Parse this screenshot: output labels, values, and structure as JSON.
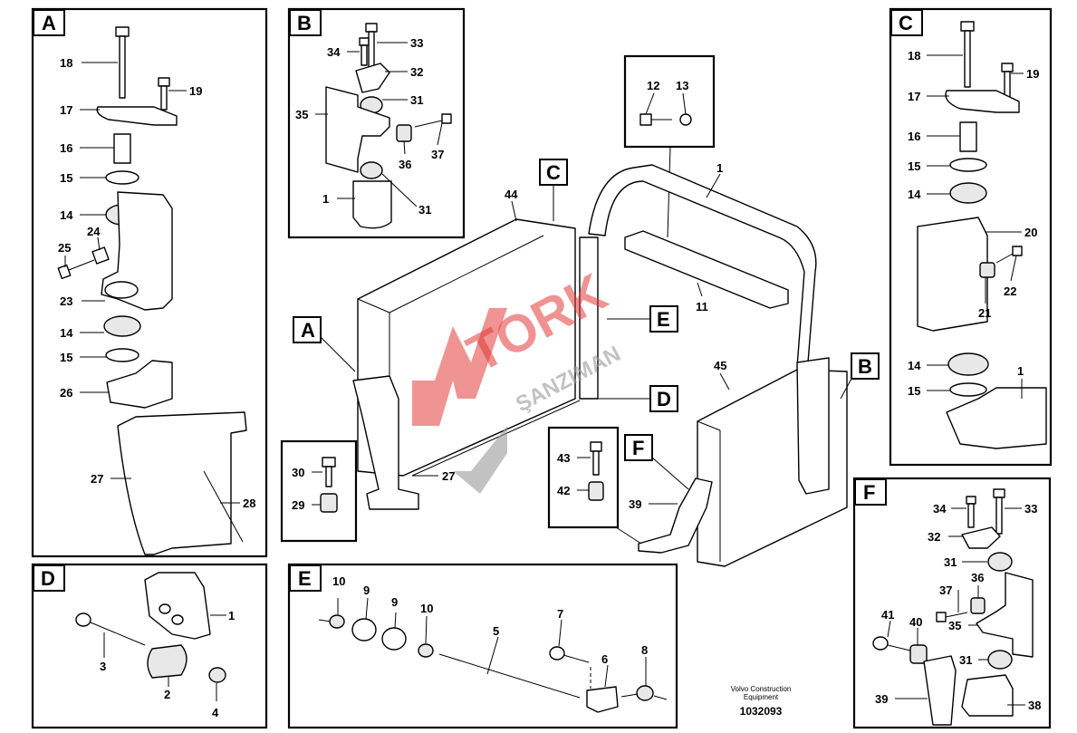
{
  "diagram": {
    "panels": {
      "A": {
        "tag": "A",
        "labels": {
          "l18": "18",
          "l19": "19",
          "l17": "17",
          "l16": "16",
          "l15a": "15",
          "l14a": "14",
          "l24": "24",
          "l25": "25",
          "l23": "23",
          "l14b": "14",
          "l15b": "15",
          "l26": "26",
          "l27": "27",
          "l28": "28"
        }
      },
      "B": {
        "tag": "B",
        "labels": {
          "l34": "34",
          "l33": "33",
          "l32": "32",
          "l31a": "31",
          "l35": "35",
          "l37": "37",
          "l36": "36",
          "l1": "1",
          "l31b": "31"
        }
      },
      "C": {
        "tag": "C",
        "labels": {
          "l18": "18",
          "l19": "19",
          "l17": "17",
          "l16": "16",
          "l15a": "15",
          "l14a": "14",
          "l20": "20",
          "l22": "22",
          "l21": "21",
          "l14b": "14",
          "l15b": "15",
          "l1": "1"
        }
      },
      "D": {
        "tag": "D",
        "labels": {
          "l1": "1",
          "l3": "3",
          "l2": "2",
          "l4": "4"
        }
      },
      "E": {
        "tag": "E",
        "labels": {
          "l10a": "10",
          "l9a": "9",
          "l9b": "9",
          "l10b": "10",
          "l7": "7",
          "l5": "5",
          "l6": "6",
          "l8": "8"
        }
      },
      "F": {
        "tag": "F",
        "labels": {
          "l34": "34",
          "l33": "33",
          "l32": "32",
          "l31a": "31",
          "l37": "37",
          "l36": "36",
          "l41": "41",
          "l40": "40",
          "l35": "35",
          "l31b": "31",
          "l39": "39",
          "l38": "38"
        }
      }
    },
    "center": {
      "labels": {
        "l12": "12",
        "l13": "13",
        "l1": "1",
        "l44": "44",
        "l11": "11",
        "l45": "45",
        "l27": "27",
        "l30": "30",
        "l29": "29",
        "l43": "43",
        "l42": "42",
        "l39": "39"
      },
      "callouts": {
        "A": "A",
        "B": "B",
        "C": "C",
        "D": "D",
        "E": "E",
        "F": "F"
      }
    },
    "watermark": {
      "word1": "TORK",
      "word2": "ŞANZIMAN",
      "brand_color": "#e23a3a",
      "accent_color": "#9a9a9a"
    },
    "footer": {
      "line1": "Volvo Construction",
      "line2": "Equipment",
      "doc_number": "1032093"
    }
  }
}
